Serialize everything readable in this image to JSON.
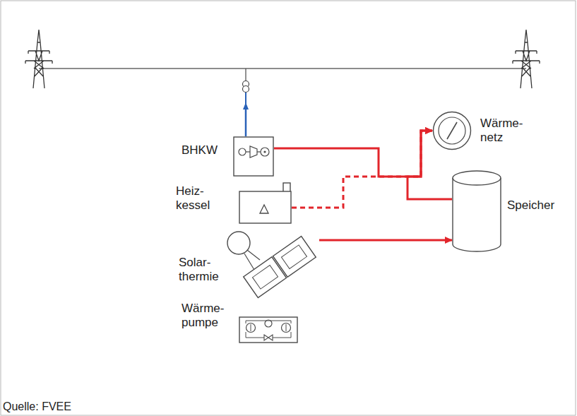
{
  "diagram": {
    "nodes": [
      {
        "text": [
          "BHKW"
        ]
      },
      {
        "text": [
          "Wärme- netz"
        ]
      },
      {
        "text": [
          "Heiz- kessel"
        ]
      },
      {
        "text": [
          "Speicher"
        ]
      },
      {
        "text": [
          "Solar- thermie"
        ]
      },
      {
        "text": [
          "Wärme- pumpe"
        ]
      }
    ],
    "edges": [
      {
        "from": 0,
        "to": 1,
        "arrow": "to"
      },
      {
        "from": 2,
        "to": 1,
        "arrow": "to"
      },
      {
        "from": 4,
        "to": 3,
        "arrow": "to"
      },
      {
        "from": 3,
        "to": 1,
        "arrow": "to"
      }
    ],
    "labels": [
      "Quelle: FVEE"
    ]
  }
}
